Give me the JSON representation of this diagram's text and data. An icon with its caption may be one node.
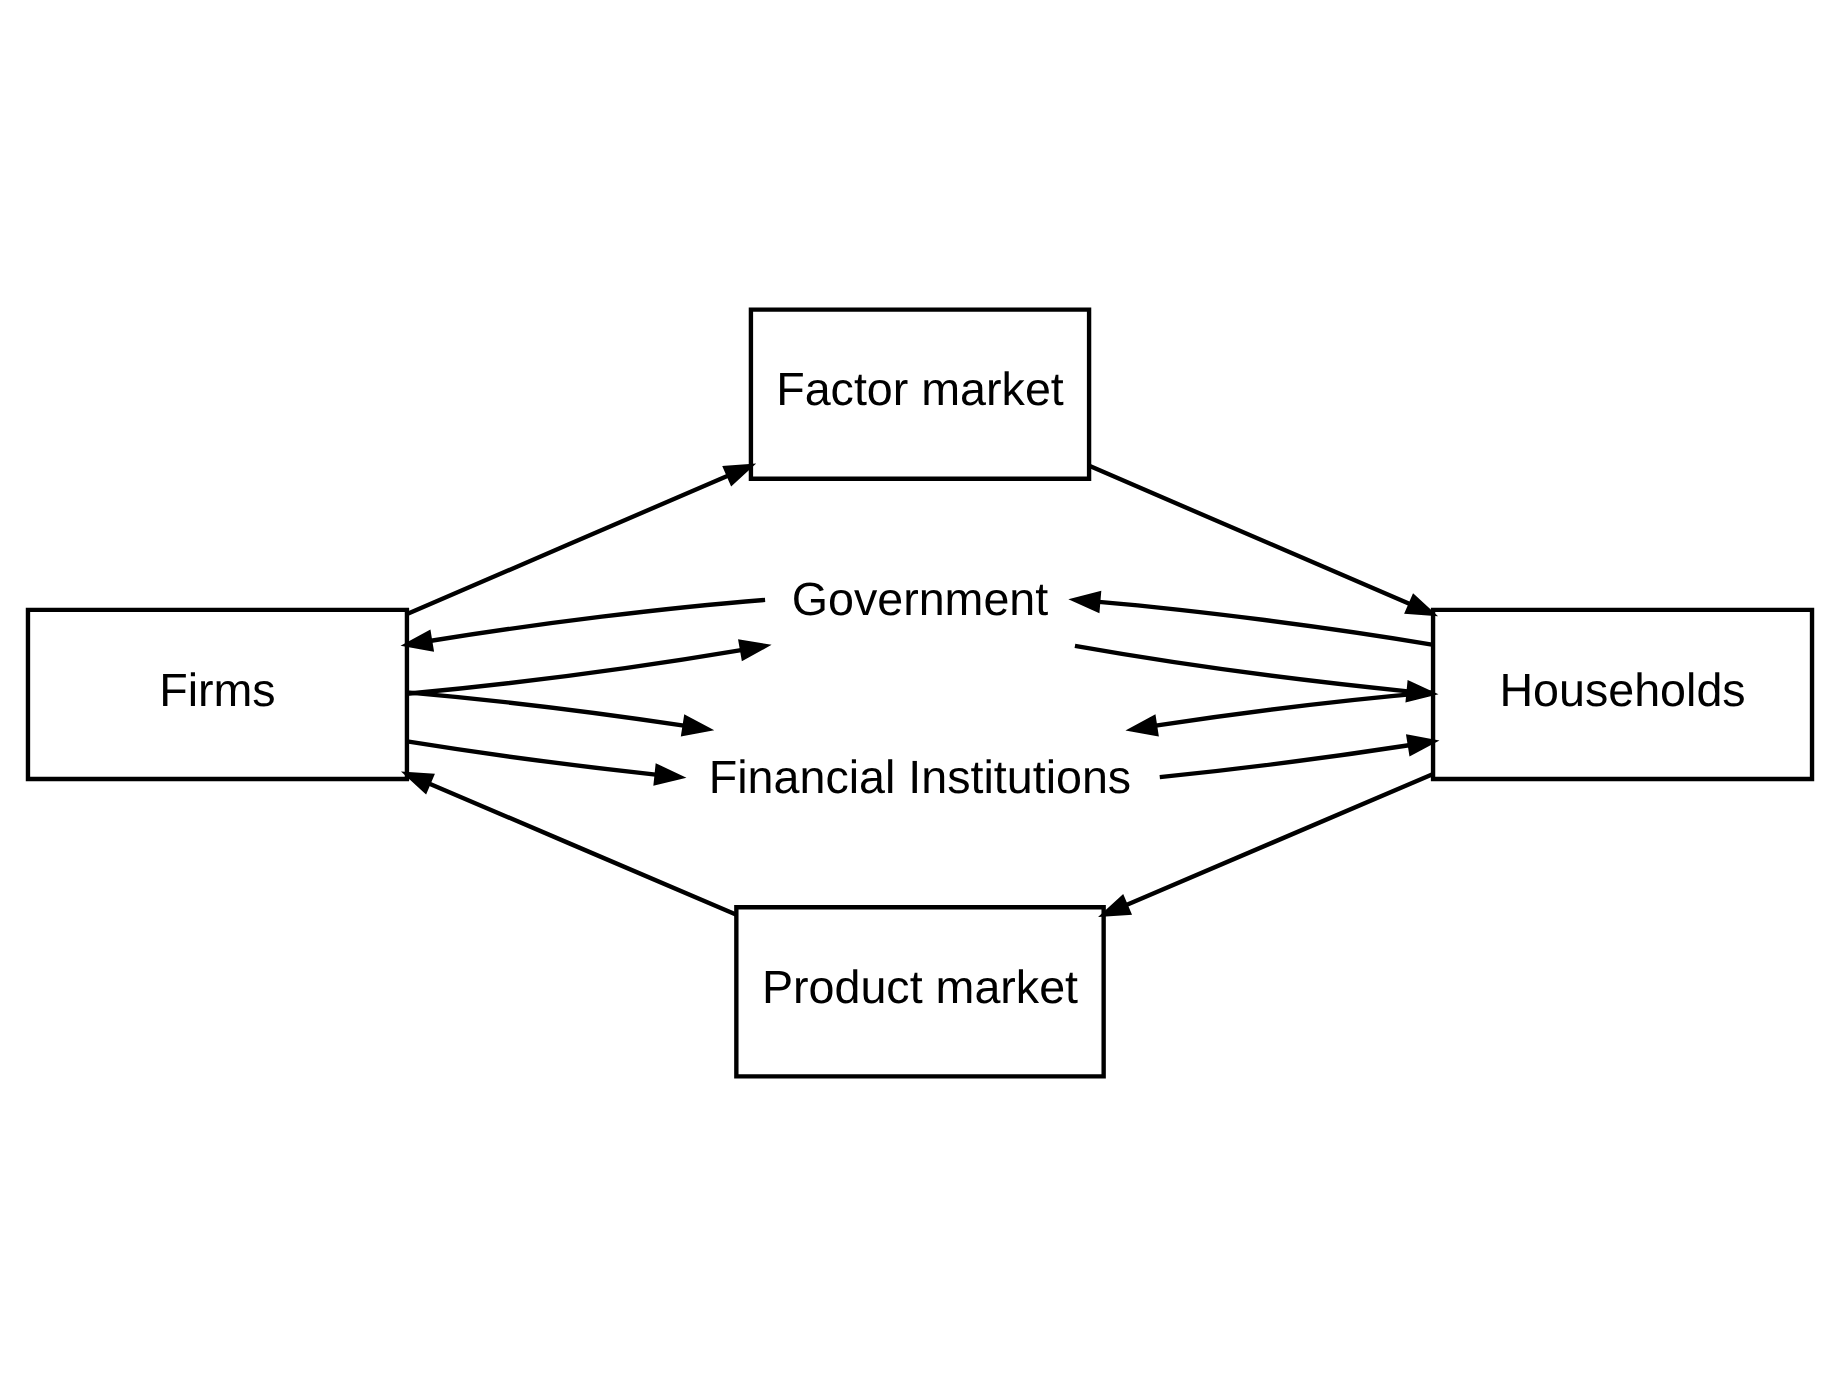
{
  "diagram": {
    "nodes": [
      {
        "text": [
          "Factor market"
        ]
      },
      {
        "text": [
          "Government"
        ]
      },
      {
        "text": [
          "Firms"
        ]
      },
      {
        "text": [
          "Households"
        ]
      },
      {
        "text": [
          "Financial Institutions"
        ]
      },
      {
        "text": [
          "Product market"
        ]
      }
    ],
    "edges": [
      {
        "from": 2,
        "to": 0,
        "arrow": "to"
      },
      {
        "from": 0,
        "to": 3,
        "arrow": "to"
      },
      {
        "from": 3,
        "to": 5,
        "arrow": "to"
      },
      {
        "from": 5,
        "to": 2,
        "arrow": "to"
      },
      {
        "from": 2,
        "to": 1,
        "arrow": "to"
      },
      {
        "from": 1,
        "to": 2,
        "arrow": "to"
      },
      {
        "from": 1,
        "to": 3,
        "arrow": "to"
      },
      {
        "from": 3,
        "to": 1,
        "arrow": "to"
      },
      {
        "from": 2,
        "to": 4,
        "arrow": "to"
      },
      {
        "from": 2,
        "to": 4,
        "arrow": "to"
      },
      {
        "from": 4,
        "to": 3,
        "arrow": "to"
      },
      {
        "from": 3,
        "to": 4,
        "arrow": "to"
      }
    ]
  }
}
